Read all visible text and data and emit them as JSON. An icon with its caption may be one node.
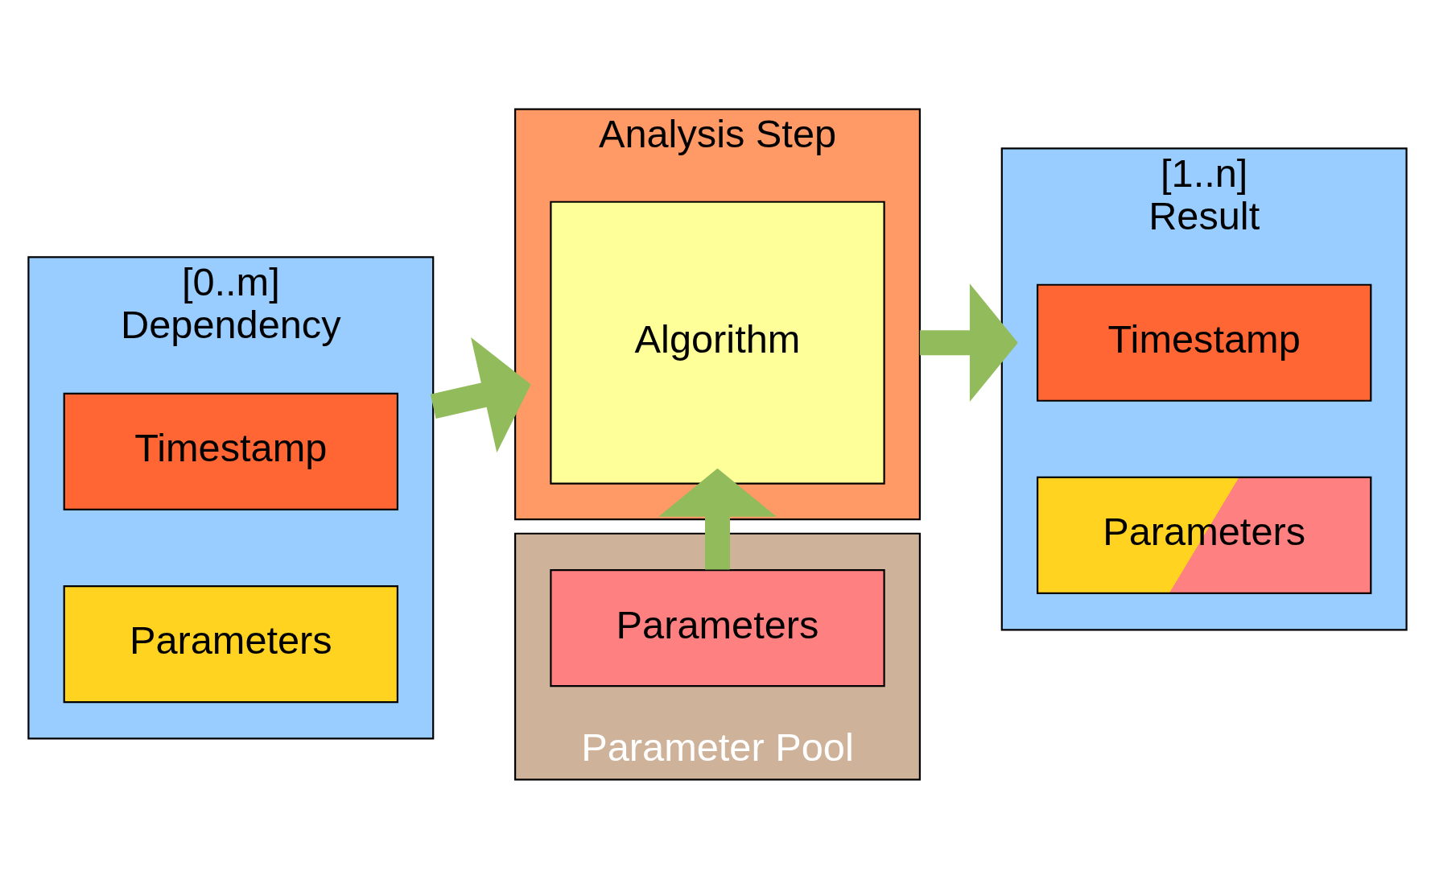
{
  "diagram": {
    "nodes": [
      {
        "text": [
          "Dependency"
        ],
        "beside": [
          "[0..m]"
        ]
      },
      {
        "text": [
          "Timestamp"
        ],
        "in": 0
      },
      {
        "text": [
          "Parameters"
        ],
        "in": 0
      },
      {
        "text": [
          "Analysis Step"
        ]
      },
      {
        "text": [
          "Algorithm"
        ],
        "in": 3
      },
      {
        "text": [
          "Result"
        ],
        "beside": [
          "[1..n]"
        ]
      },
      {
        "text": [
          "Timestamp"
        ],
        "in": 5
      },
      {
        "text": [
          "Parameters"
        ],
        "in": 5
      },
      {
        "text": [
          "Parameter Pool"
        ]
      },
      {
        "text": [
          "Parameters"
        ],
        "in": 8
      }
    ],
    "edges": [
      {
        "from": 0,
        "to": 3,
        "arrow": "to"
      },
      {
        "from": 3,
        "to": 5,
        "arrow": "to"
      },
      {
        "from": 9,
        "to": 4,
        "arrow": "to"
      }
    ]
  }
}
